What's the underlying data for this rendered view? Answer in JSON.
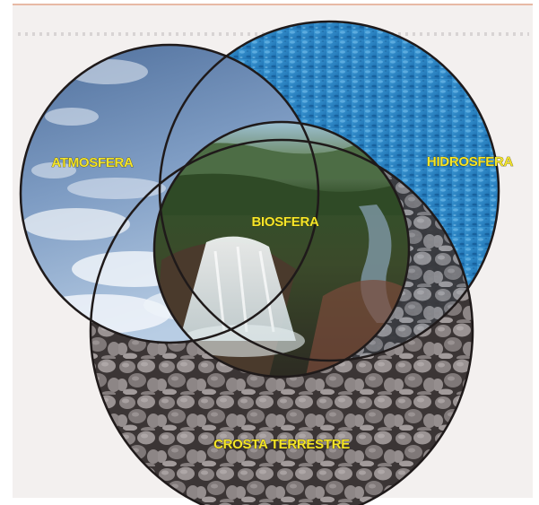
{
  "diagram": {
    "spheres": [
      {
        "id": "atmosfera",
        "label": "ATMOSFERA",
        "texture": "sky-clouds"
      },
      {
        "id": "hidrosfera",
        "label": "HIDROSFERA",
        "texture": "water-ripples"
      },
      {
        "id": "crosta",
        "label": "CROSTA TERRESTRE",
        "texture": "stones"
      },
      {
        "id": "biosfera",
        "label": "BIOSFERA",
        "texture": "waterfall-forest"
      }
    ]
  },
  "colors": {
    "page_background": "#f3f0ef",
    "label_text": "#f4e62a",
    "circle_outline": "#1f1a1a",
    "atmosfera_sky": "#6f8fb6",
    "hidrosfera_water": "#2a86c7",
    "crosta_stone": "#7a7474",
    "biosfera_forest": "#3b4a2a"
  }
}
